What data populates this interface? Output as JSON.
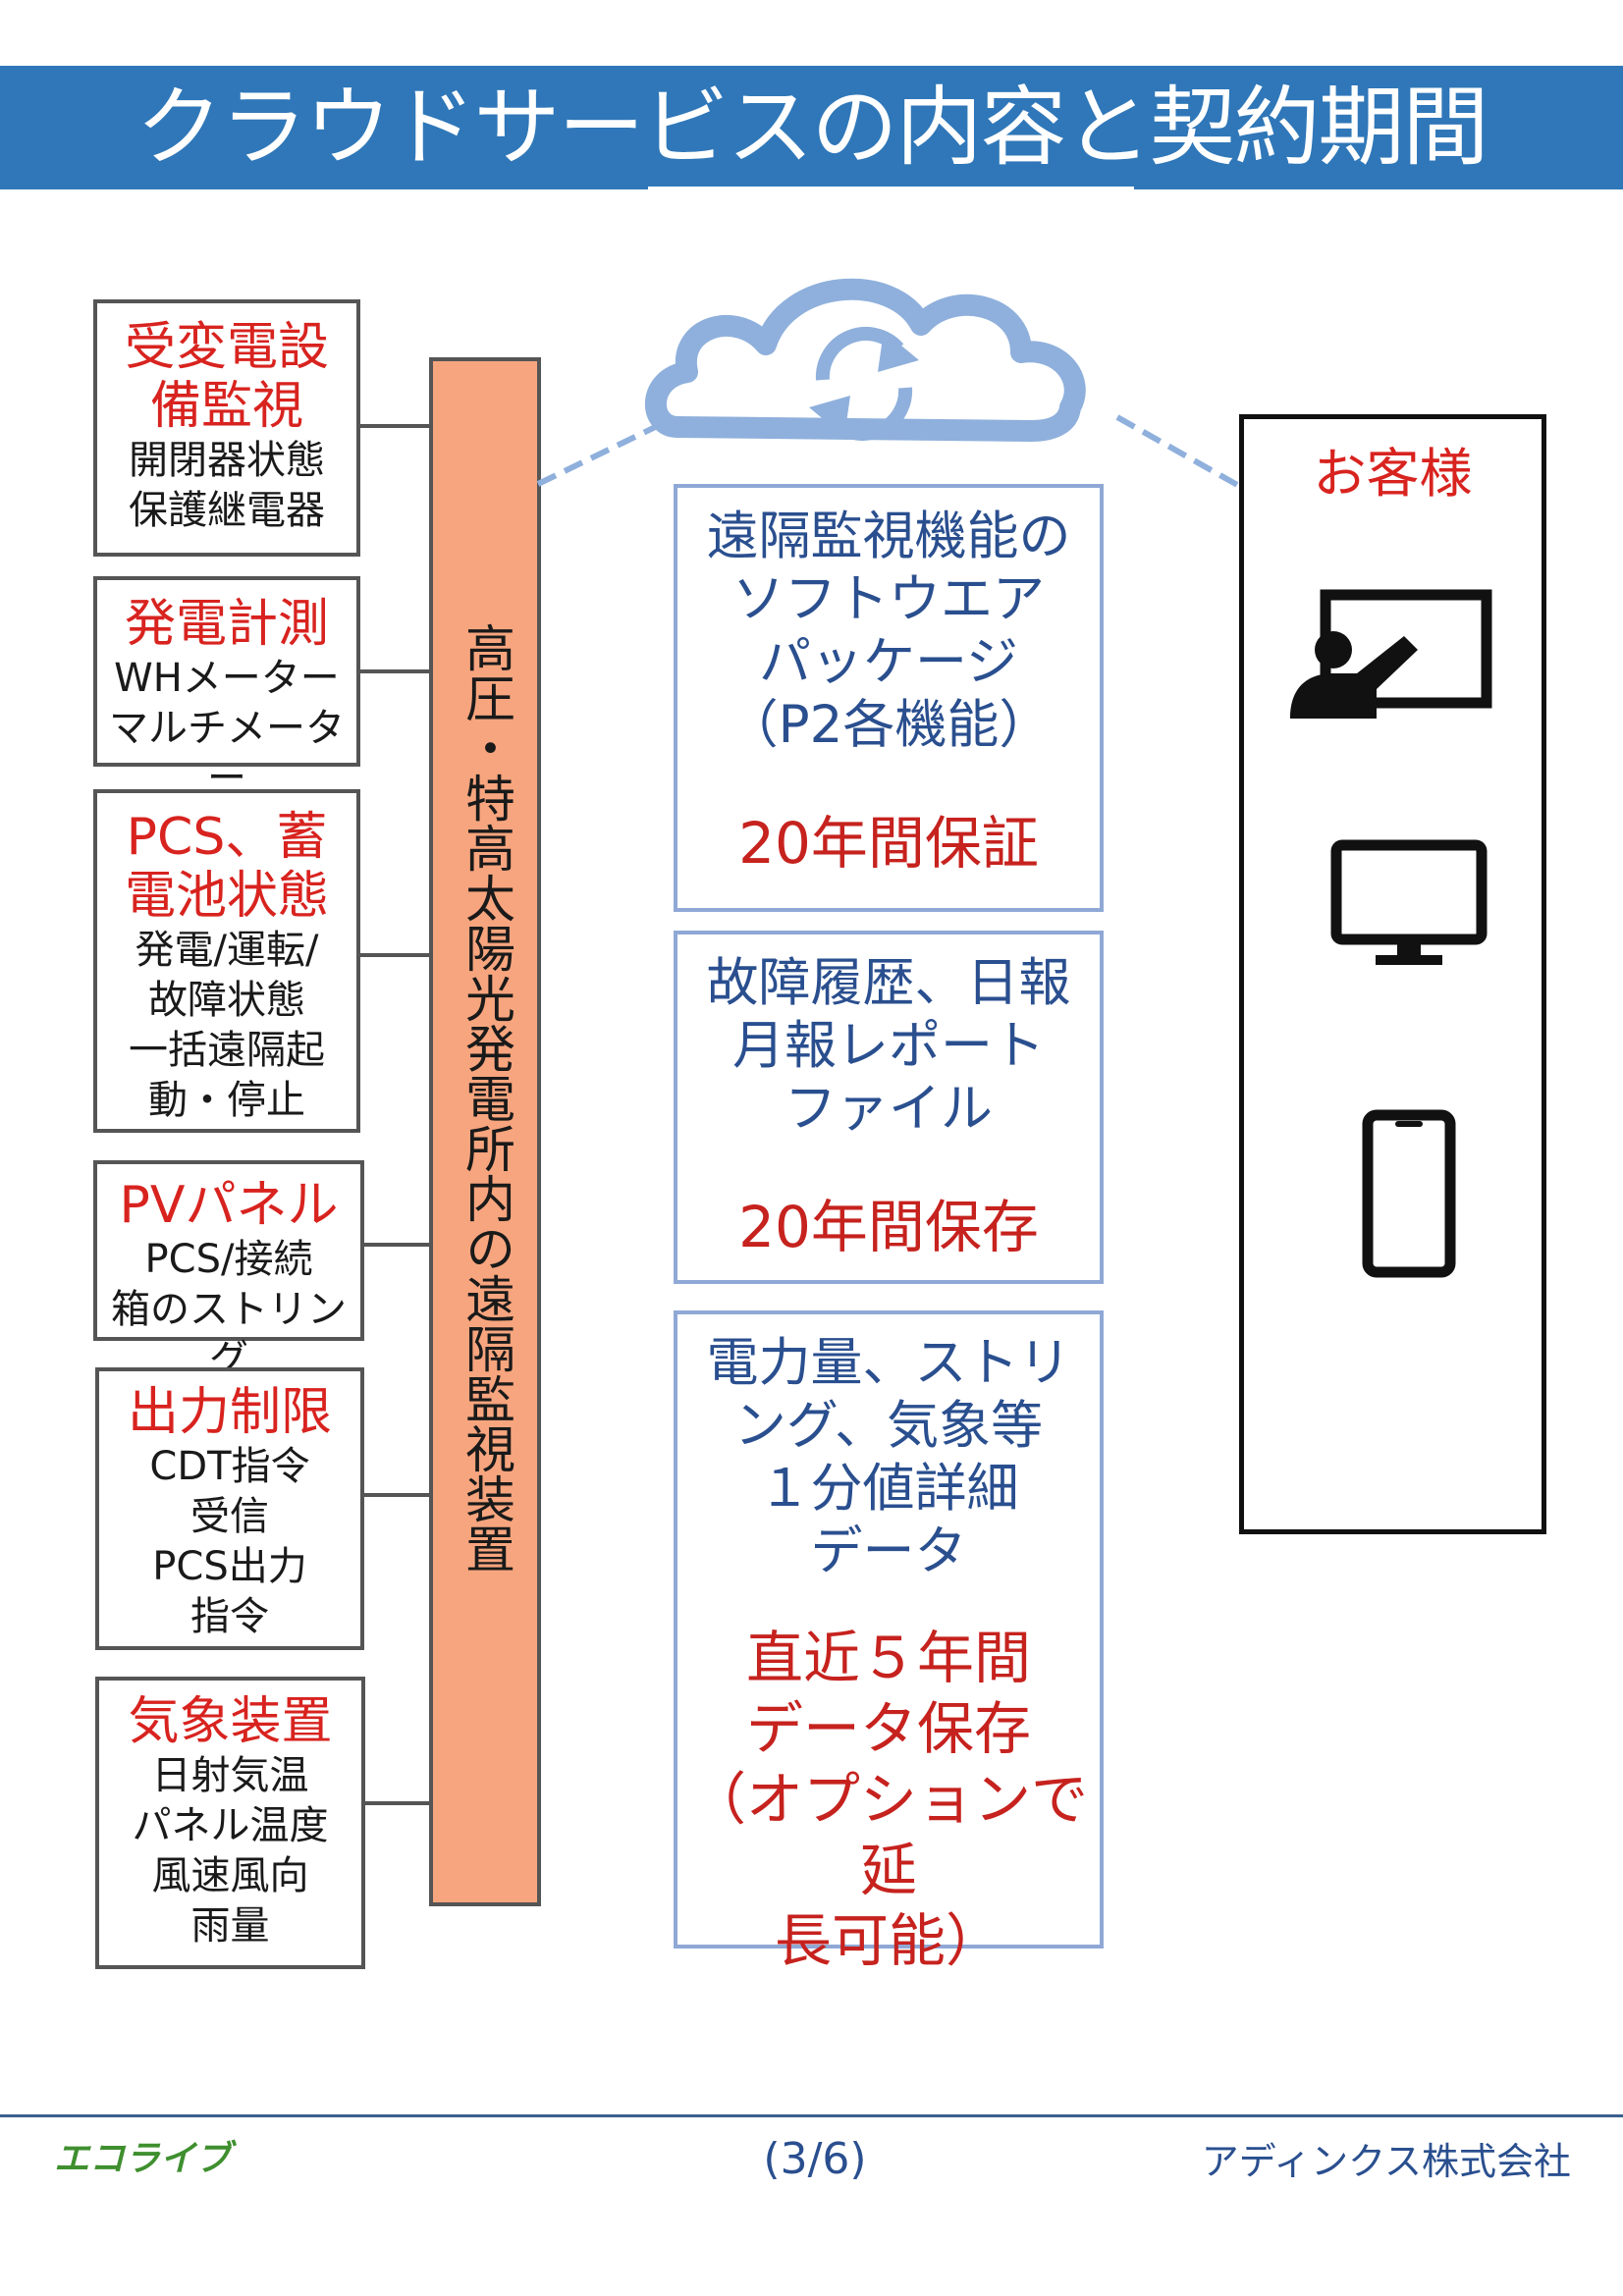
{
  "title": "クラウドサービスの内容と契約期間",
  "monitored_items": [
    {
      "heading": "受変電設\n備監視",
      "detail": "開閉器状態\n保護継電器"
    },
    {
      "heading": "発電計測",
      "detail": "WHメーター\nマルチメーター"
    },
    {
      "heading": "PCS、蓄\n電池状態",
      "detail": "発電/運転/\n故障状態\n一括遠隔起\n動・停止"
    },
    {
      "heading": "PVパネル",
      "detail": "PCS/接続\n箱のストリング"
    },
    {
      "heading": "出力制限",
      "detail": "CDT指令\n受信\nPCS出力\n指令"
    },
    {
      "heading": "気象装置",
      "detail": "日射気温\nパネル温度\n風速風向\n雨量"
    }
  ],
  "device_label": "高圧・特高太陽光発電所内の遠隔監視装置",
  "cloud": {
    "icon": "cloud-sync-icon"
  },
  "services": [
    {
      "description": "遠隔監視機能の\nソフトウエア\nパッケージ\n（P2各機能）",
      "term": "20年間保証"
    },
    {
      "description": "故障履歴、日報\n月報レポート\nファイル",
      "term": "20年間保存"
    },
    {
      "description": "電力量、ストリ\nング、気象等\n１分値詳細\nデータ",
      "term": "直近５年間\nデータ保存\n（オプションで延\n長可能）"
    }
  ],
  "customer": {
    "label": "お客様",
    "devices": [
      "presentation-icon",
      "monitor-icon",
      "smartphone-icon"
    ]
  },
  "footer": {
    "left": "エコライブ",
    "center": "(3/6)",
    "right": "アディンクス株式会社"
  },
  "colors": {
    "title_bar": "#2f77b8",
    "heading_red": "#d8231f",
    "service_blue": "#2a4f8f",
    "device_bar": "#f7a57e",
    "cloud": "#8fb0dc",
    "footer_green": "#3f8f2f"
  }
}
